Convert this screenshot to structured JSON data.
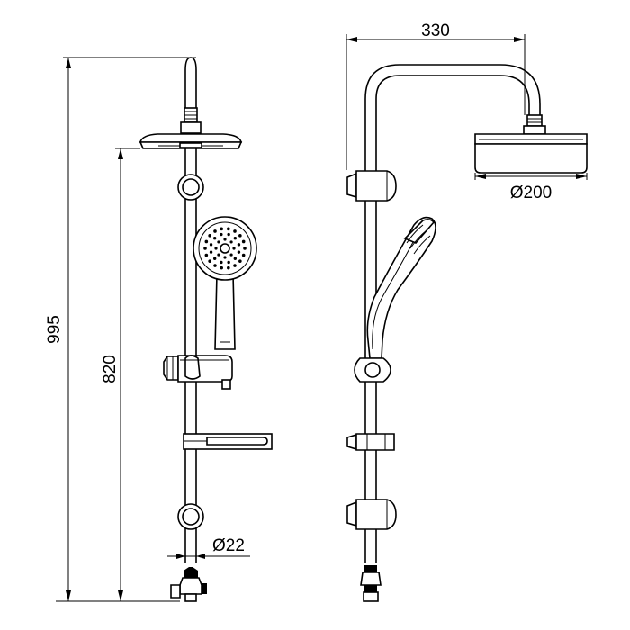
{
  "dimensions": {
    "total_height": "995",
    "head_height": "820",
    "arm_reach": "330",
    "head_diameter": "Ø200",
    "rail_diameter": "Ø22"
  },
  "colors": {
    "line": "#000000",
    "background": "#ffffff"
  }
}
